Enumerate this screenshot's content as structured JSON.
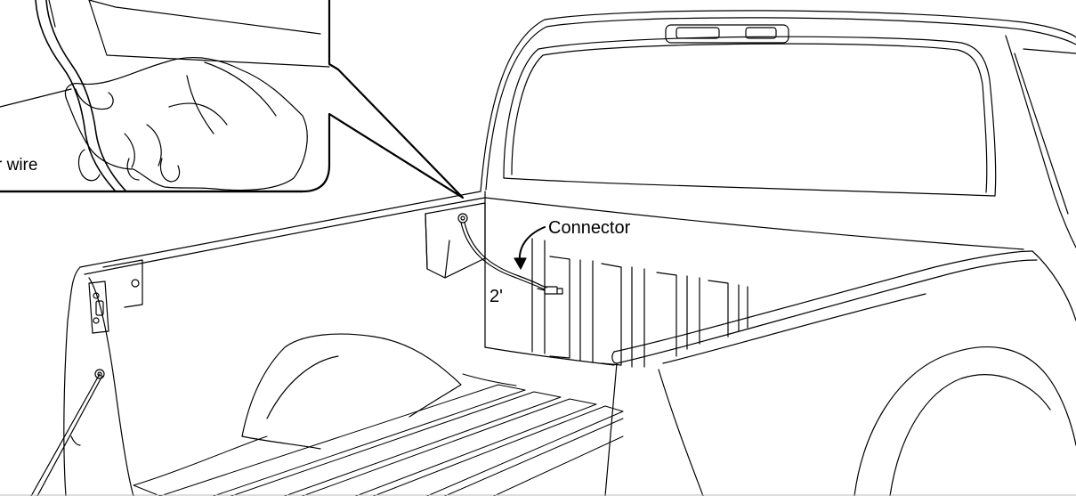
{
  "labels": {
    "callout_wire": "r wire",
    "connector": "Connector",
    "length": "2'"
  },
  "colors": {
    "line": "#000000",
    "background": "#ffffff"
  }
}
